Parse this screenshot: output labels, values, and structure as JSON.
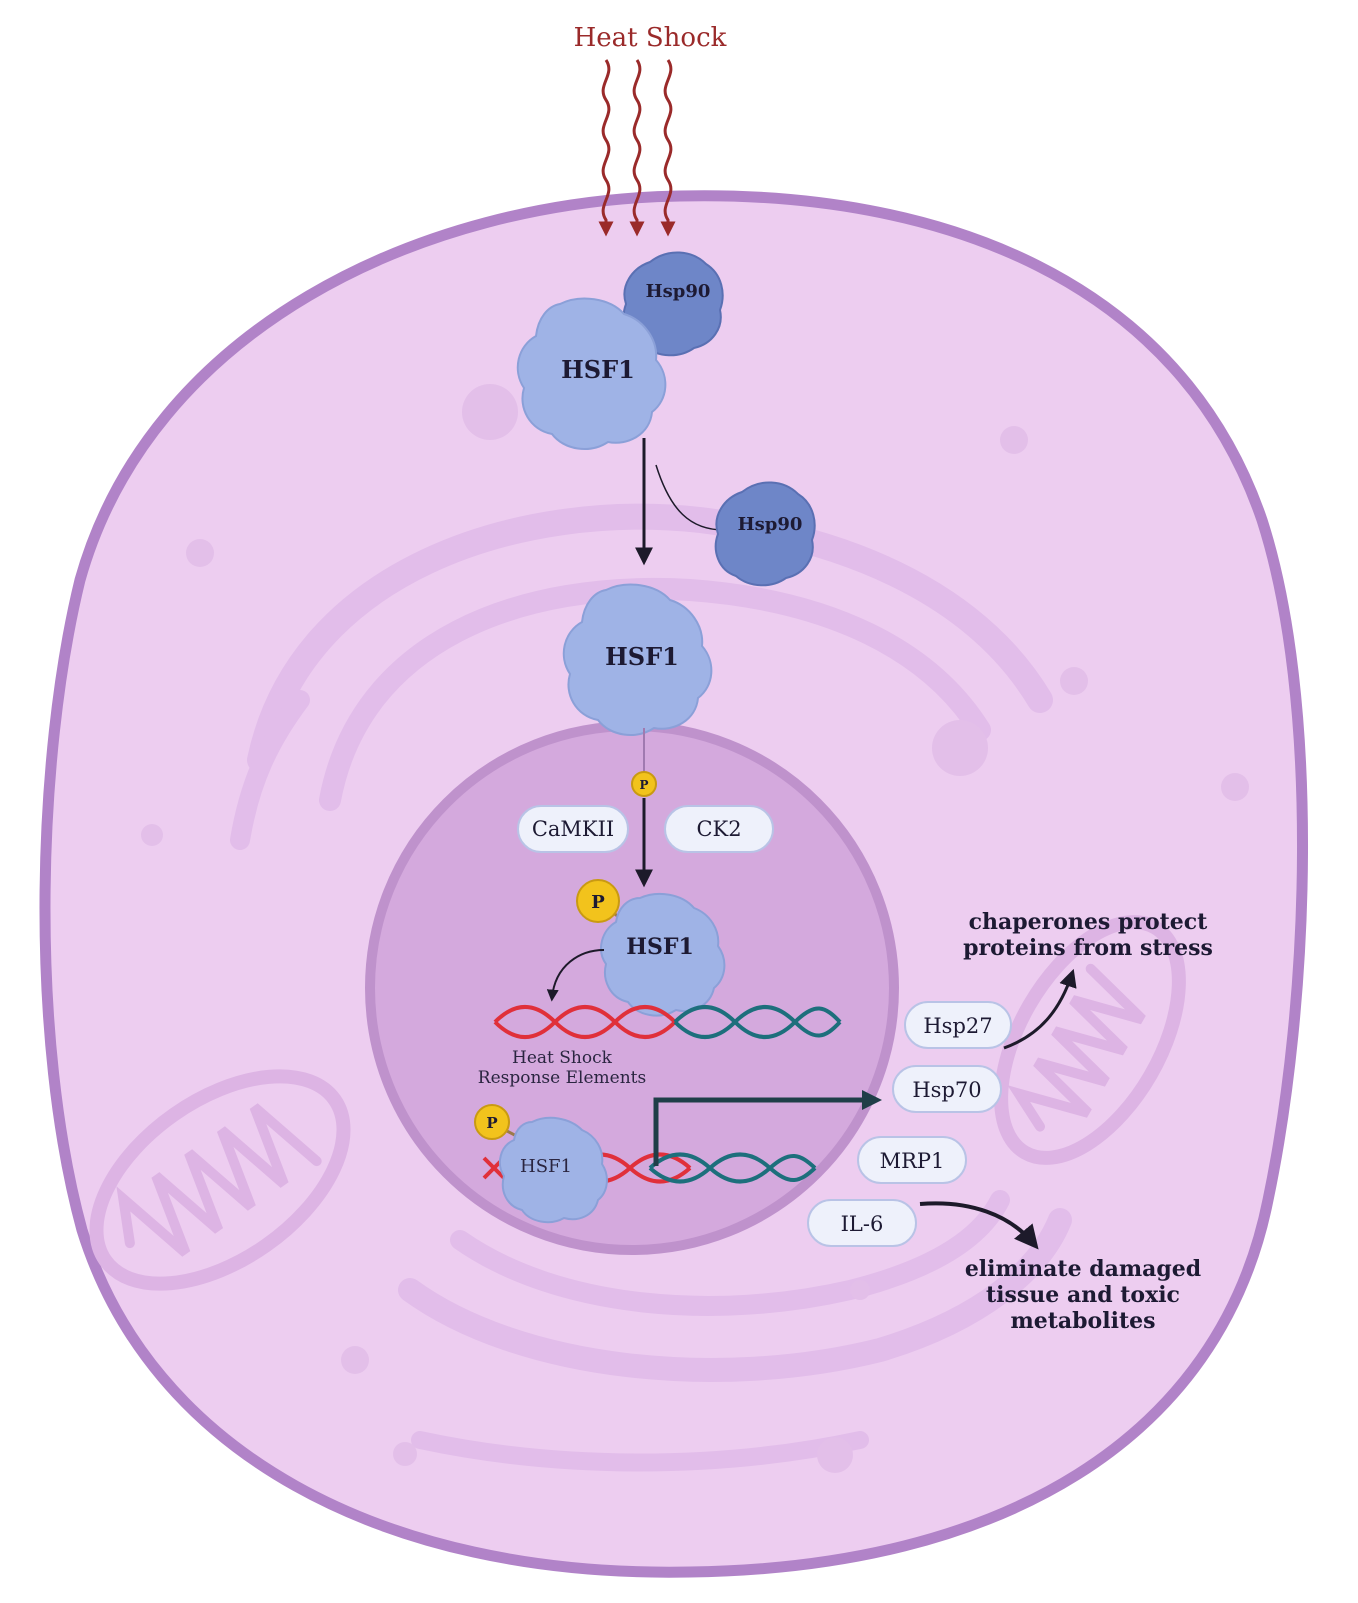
{
  "stimulus": {
    "label": "Heat Shock"
  },
  "proteins": {
    "hsp90_bound": "Hsp90",
    "hsf1_complex": "HSF1",
    "hsp90_released": "Hsp90",
    "hsf1_free": "HSF1",
    "hsf1_phospho": "HSF1",
    "hsf1_dna": "HSF1"
  },
  "phosphate": {
    "small": "P",
    "large": "P",
    "dna": "P"
  },
  "kinases": [
    "CaMKII",
    "CK2"
  ],
  "dna_label": [
    "Heat Shock",
    "Response Elements"
  ],
  "products": [
    "Hsp27",
    "Hsp70",
    "MRP1",
    "IL-6"
  ],
  "outcomes": {
    "chaperone": [
      "chaperones protect",
      "proteins from stress"
    ],
    "eliminate": [
      "eliminate damaged",
      "tissue and toxic",
      "metabolites"
    ]
  },
  "colors": {
    "cell_fill": "#edcdf0",
    "cell_border": "#b183c8",
    "nucleus_fill": "#d4a9dd",
    "nucleus_border": "#bf92cc",
    "protein_blue": "#9fb3e6",
    "hsp90_blue": "#6e86c8",
    "phosphate_yellow": "#f2c31c",
    "dna_red": "#e0303a",
    "dna_teal": "#1d6f7c",
    "stimulus_red": "#9a2a2a"
  }
}
